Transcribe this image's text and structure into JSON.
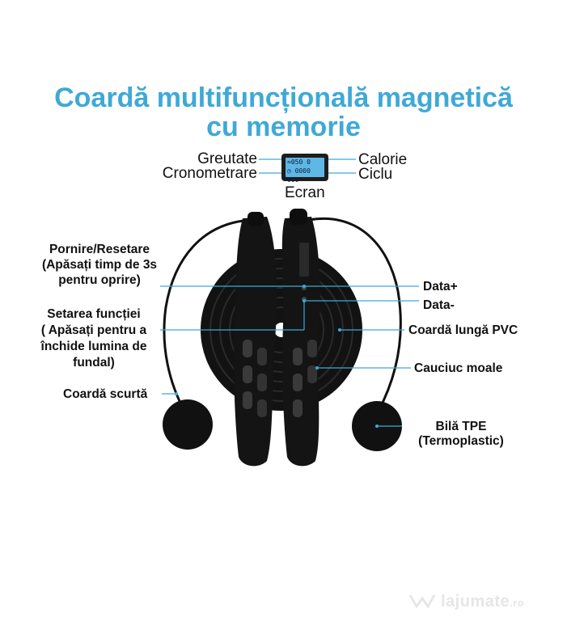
{
  "title": {
    "line1": "Coardă multifuncțională magnetică",
    "line2": "cu memorie"
  },
  "display": {
    "labels": {
      "greutate": "Greutate",
      "cronometrare": "Cronometrare",
      "calorie": "Calorie",
      "ciclu": "Ciclu",
      "ecran": "Ecran"
    },
    "lcd_row1": "≈050   0",
    "lcd_row2": "◷ 0000 000"
  },
  "callouts": {
    "pornire_1": "Pornire/Resetare",
    "pornire_2": "(Apăsați timp de 3s",
    "pornire_3": "pentru oprire)",
    "setare_1": "Setarea funcției",
    "setare_2": "( Apăsați pentru a",
    "setare_3": "închide lumina de",
    "setare_4": "fundal)",
    "coarda_scurta": "Coardă scurtă",
    "data_plus": "Data+",
    "data_minus": "Data-",
    "coarda_lunga": "Coardă lungă PVC",
    "cauciuc": "Cauciuc moale",
    "bila_1": "Bilă TPE",
    "bila_2": "(Termoplastic)"
  },
  "watermark": "lajumate",
  "watermark_suffix": ".ro",
  "colors": {
    "title": "#3fa9d6",
    "lcd_screen": "#5fb7e6",
    "callout_line": "#3fa9d6",
    "product": "#111111"
  }
}
